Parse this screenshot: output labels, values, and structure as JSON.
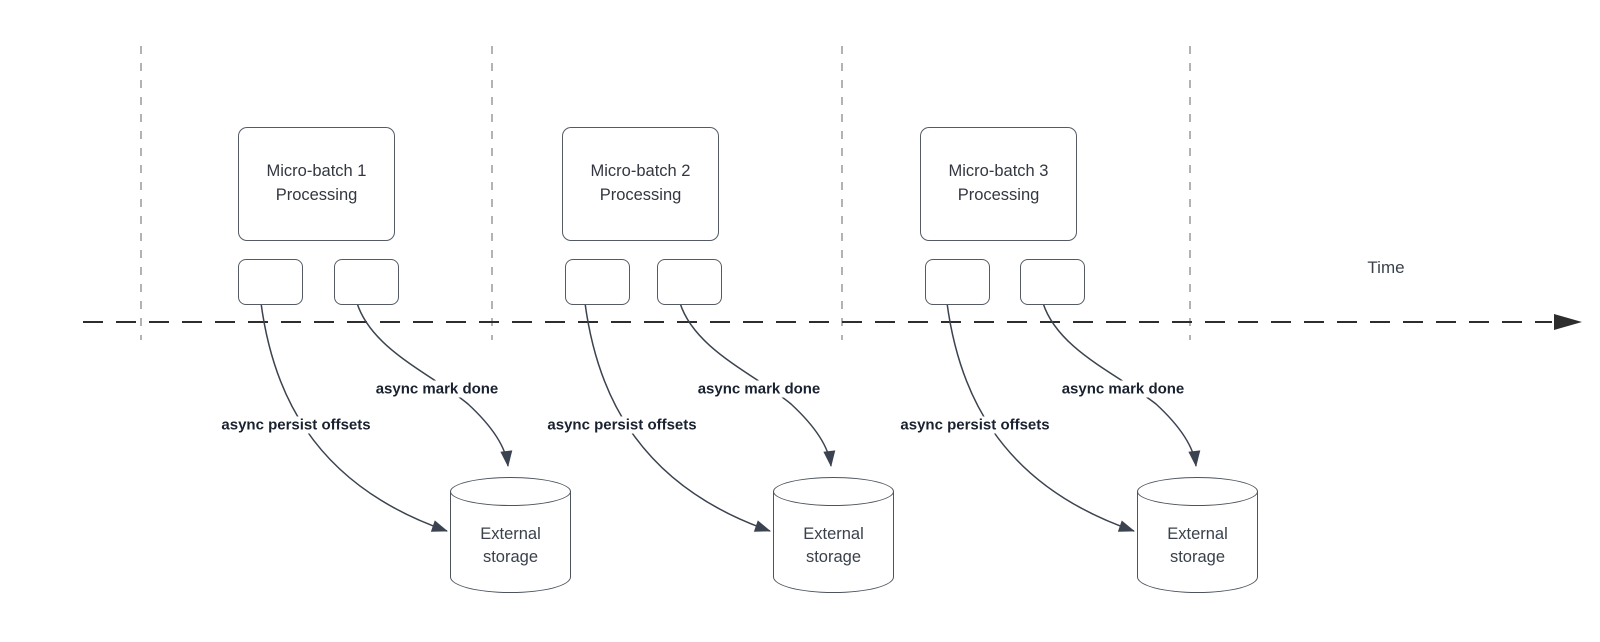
{
  "diagram": {
    "time_label": "Time",
    "groups": [
      {
        "box_line1": "Micro-batch 1",
        "box_line2": "Processing",
        "persist_label": "async persist offsets",
        "mark_done_label": "async mark done",
        "storage_line1": "External",
        "storage_line2": "storage"
      },
      {
        "box_line1": "Micro-batch 2",
        "box_line2": "Processing",
        "persist_label": "async persist offsets",
        "mark_done_label": "async mark done",
        "storage_line1": "External",
        "storage_line2": "storage"
      },
      {
        "box_line1": "Micro-batch 3",
        "box_line2": "Processing",
        "persist_label": "async persist offsets",
        "mark_done_label": "async mark done",
        "storage_line1": "External",
        "storage_line2": "storage"
      }
    ],
    "colors": {
      "shape_border": "#545b64",
      "node_text": "#333740",
      "edge_stroke": "#3b4350",
      "edge_label_text": "#1a2230",
      "vertical_guide": "#b3b3b3",
      "timeline": "#2d2d2d"
    }
  }
}
